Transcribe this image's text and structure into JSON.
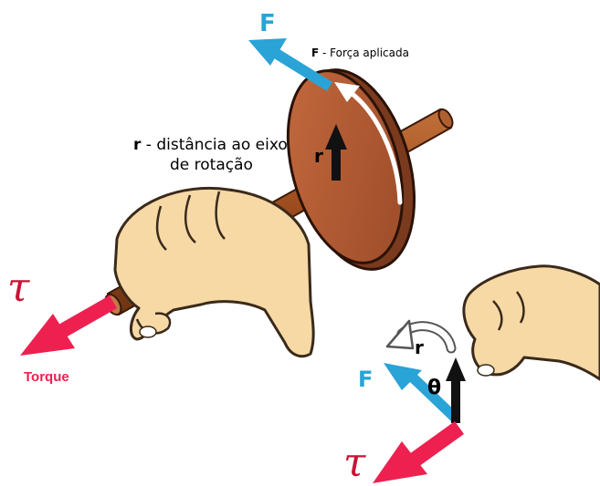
{
  "labels": {
    "force_letter": "F",
    "force_caption_bold": "F",
    "force_caption_rest": " - Força aplicada",
    "radius_bold": "r",
    "radius_caption_line1_rest": " - distância ao eixo",
    "radius_caption_line2": "de rotação",
    "radius_on_disc": "r",
    "tau_main": "τ",
    "torque_caption": "Torque",
    "inset_force": "F",
    "inset_radius": "r",
    "inset_theta": "θ",
    "inset_tau": "τ"
  },
  "colors": {
    "force_arrow": "#2aa3d6",
    "torque_arrow": "#ee2050",
    "radius_arrow": "#111111",
    "axle": "#9a4a1c",
    "disc_face": "#b05a34",
    "disc_edge": "#7a3a1e",
    "skin": "#f7d9a6",
    "skin_outline": "#3a2a1a",
    "tau_text": "#cc1133",
    "force_text": "#2aa3d6"
  }
}
